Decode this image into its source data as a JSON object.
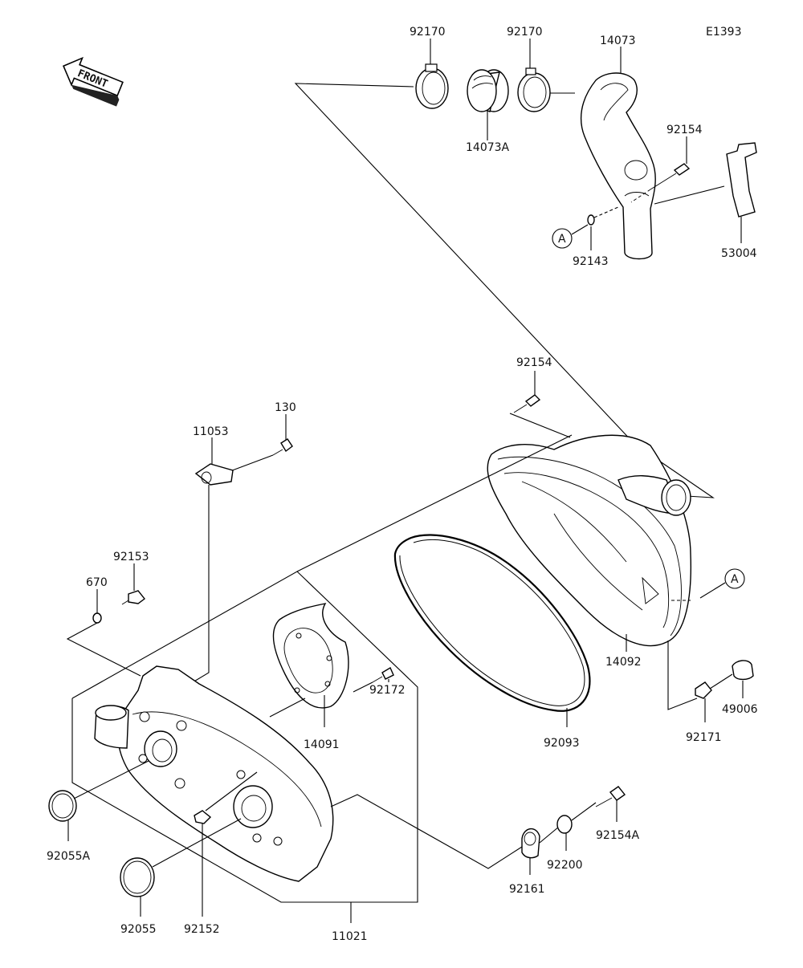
{
  "diagram_code": "E1393",
  "front_label": "FRONT",
  "ref_a": "A",
  "parts": {
    "p92170a": "92170",
    "p92170b": "92170",
    "p14073": "14073",
    "p14073A": "14073A",
    "p92154top": "92154",
    "p92143": "92143",
    "p53004": "53004",
    "p92154mid": "92154",
    "p130": "130",
    "p11053": "11053",
    "p92153": "92153",
    "p670": "670",
    "p92172": "92172",
    "p14091": "14091",
    "p14092": "14092",
    "p92093": "92093",
    "p49006": "49006",
    "p92171": "92171",
    "p92055A": "92055A",
    "p92055": "92055",
    "p92152": "92152",
    "p11021": "11021",
    "p92161": "92161",
    "p92200": "92200",
    "p92154A": "92154A"
  }
}
